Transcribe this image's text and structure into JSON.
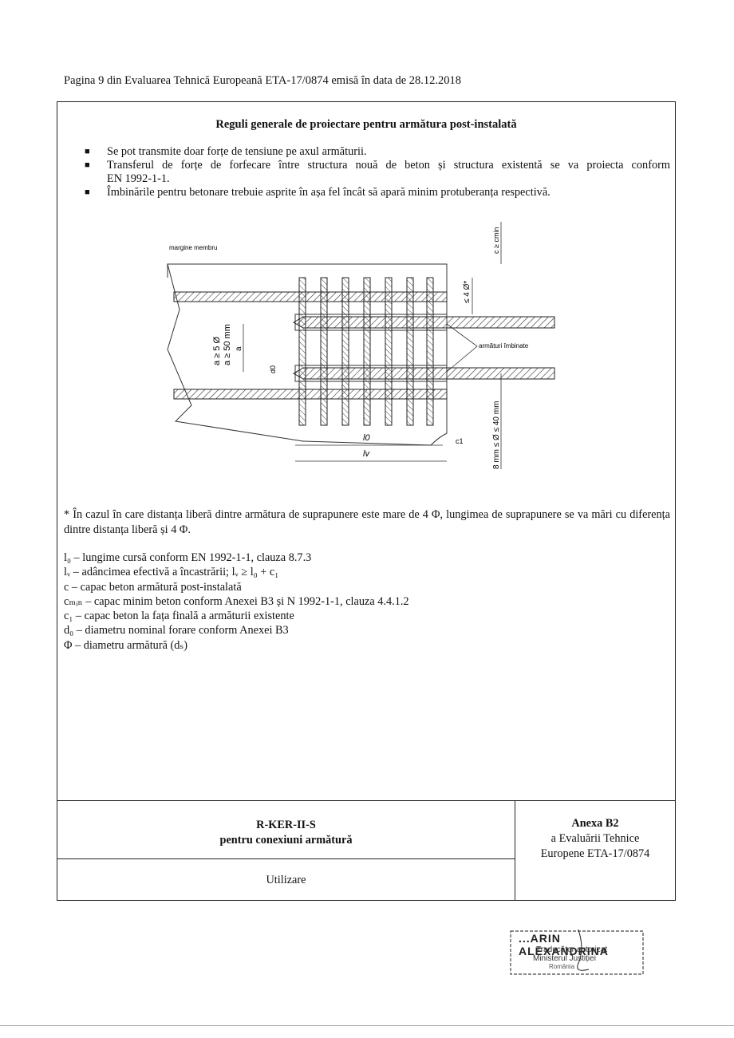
{
  "header": "Pagina 9 din Evaluarea Tehnică Europeană ETA-17/0874 emisă în data de 28.12.2018",
  "title": "Reguli generale de proiectare pentru armătura post-instalată",
  "bullets": [
    "Se pot transmite doar forțe de tensiune pe axul armăturii.",
    "Transferul de forțe de forfecare între structura nouă de beton și structura existentă se va proiecta conform",
    "EN 1992-1-1.",
    "Îmbinările pentru betonare trebuie asprite în așa fel încât să apară minim protuberanța respectivă."
  ],
  "diagram": {
    "margin_label": "margine membru",
    "spliced_label": "armături îmbinate",
    "c_label": "c ≥ cmin",
    "four_phi": "≤ 4 Ø*",
    "a_5phi": "a ≥ 5 Ø",
    "a_50": "a ≥ 50 mm",
    "a": "a",
    "d0": "d0",
    "l0": "l0",
    "lv": "lv",
    "c1": "c1",
    "range": "8 mm ≤ Ø ≤ 40 mm"
  },
  "note": "* În cazul în care distanța liberă dintre armătura de suprapunere este mare de 4 Φ, lungimea de suprapunere se va mări cu diferența dintre distanța liberă și 4 Φ.",
  "legend": [
    "l₀ – lungime cursă conform EN 1992-1-1, clauza 8.7.3",
    "lᵥ – adâncimea efectivă a încastrării; lᵥ ≥ l₀ + c₁",
    "c – capac beton armătură post-instalată",
    "cₘᵢₙ – capac minim beton conform Anexei B3 și N 1992-1-1, clauza 4.4.1.2",
    "c₁ – capac beton la fața finală a armăturii existente",
    "d₀ – diametru nominal forare conform Anexei B3",
    "Φ – diametru armătură (dₛ)"
  ],
  "footer": {
    "product": "R-KER-II-S",
    "product_sub": "pentru conexiuni armătură",
    "annex_title": "Anexa B2",
    "annex_line1": "a Evaluării Tehnice",
    "annex_line2": "Europene ETA-17/0874",
    "usage": "Utilizare"
  },
  "stamp": {
    "name": "...ARIN ALEXANDRINA",
    "line1": "Traducător autorizat",
    "line2": "Ministerul Justiției",
    "line3": "România"
  }
}
